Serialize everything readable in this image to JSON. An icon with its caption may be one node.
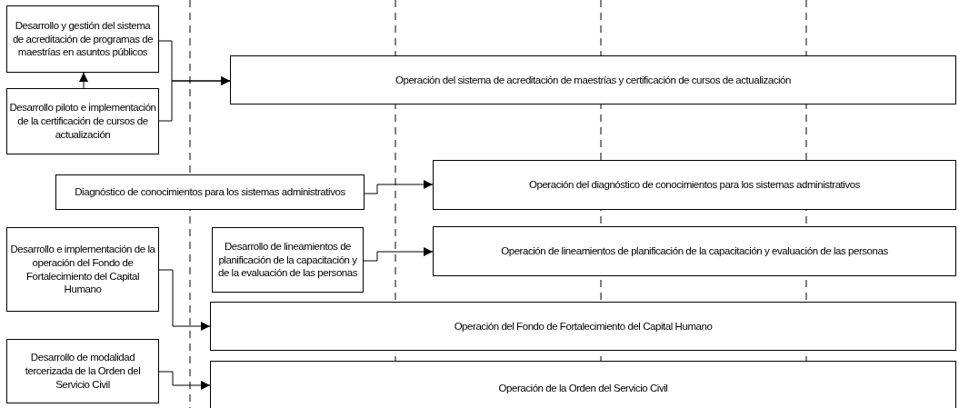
{
  "diagram": {
    "nodes": [
      {
        "text": [
          "Desarrollo y gestión del sistema de acreditación de programas de maestrías en asuntos públicos"
        ]
      },
      {
        "text": [
          "Desarrollo piloto e implementación de la certificación de cursos de actualización"
        ]
      },
      {
        "text": [
          "Operación del sistema de acreditación de maestrías y certificación de cursos de actualización"
        ]
      },
      {
        "text": [
          "Diagnóstico de conocimientos para los sistemas administrativos"
        ]
      },
      {
        "text": [
          "Operación del diagnóstico de conocimientos para los sistemas administrativos"
        ]
      },
      {
        "text": [
          "Desarrollo e implementación de la operación del Fondo de Fortalecimiento del Capital Humano"
        ]
      },
      {
        "text": [
          "Desarrollo de lineamientos de planificación de la capacitación y de la evaluación de las personas"
        ]
      },
      {
        "text": [
          "Operación de lineamientos de planificación de la capacitación y evaluación de las personas"
        ]
      },
      {
        "text": [
          "Operación del Fondo de Fortalecimiento del Capital Humano"
        ]
      },
      {
        "text": [
          "Desarrollo de modalidad tercerizada de la Orden del Servicio Civil"
        ]
      },
      {
        "text": [
          "Operación de la Orden del Servicio Civil"
        ]
      }
    ],
    "edges": [
      {
        "from": 1,
        "to": 0,
        "arrow": "to"
      },
      {
        "from": 0,
        "to": 2,
        "arrow": "to"
      },
      {
        "from": 1,
        "to": 2,
        "arrow": "to"
      },
      {
        "from": 3,
        "to": 4,
        "arrow": "to"
      },
      {
        "from": 6,
        "to": 7,
        "arrow": "to"
      },
      {
        "from": 5,
        "to": 8,
        "arrow": "to"
      },
      {
        "from": 9,
        "to": 10,
        "arrow": "to"
      }
    ]
  }
}
